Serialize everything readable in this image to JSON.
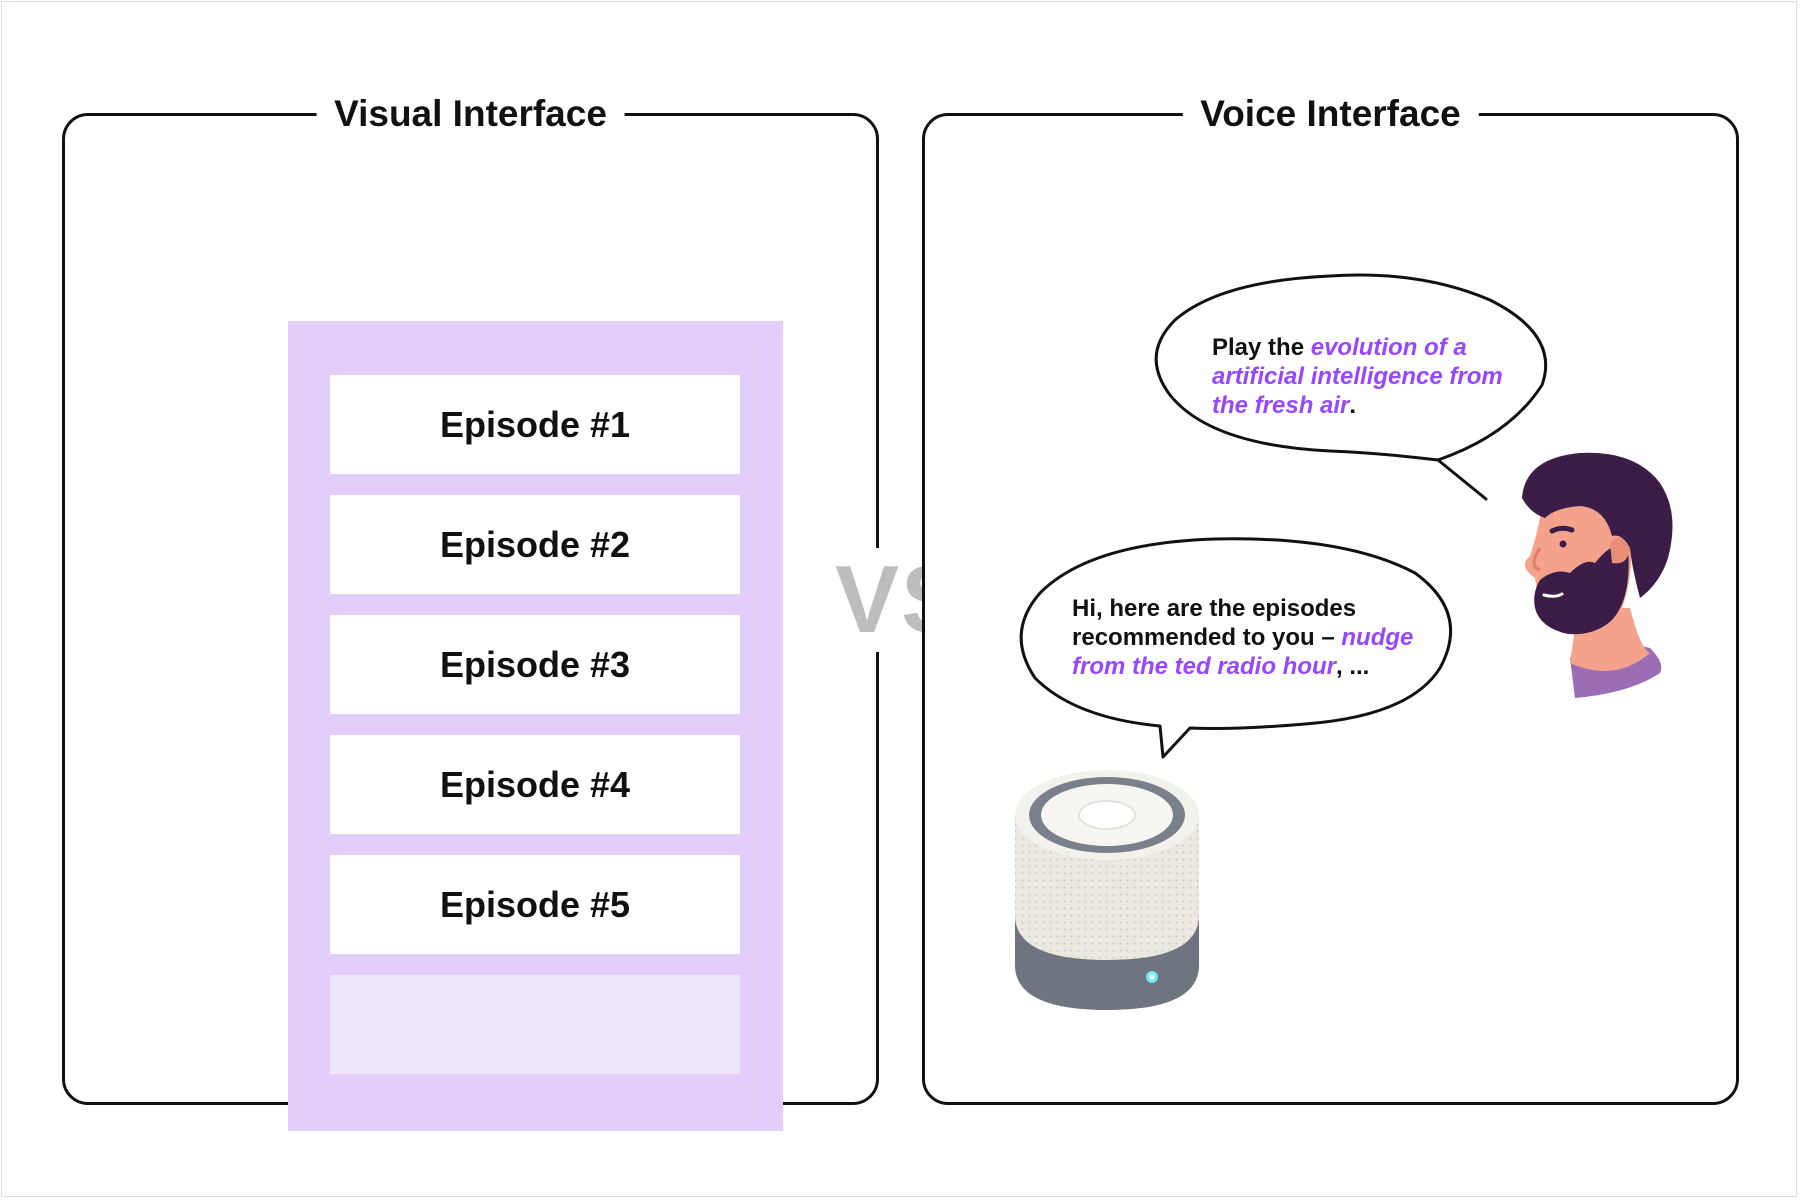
{
  "visual_panel": {
    "title": "Visual Interface",
    "episodes": [
      "Episode #1",
      "Episode #2",
      "Episode #3",
      "Episode #4",
      "Episode #5"
    ]
  },
  "vs_label": "VS",
  "voice_panel": {
    "title": "Voice Interface",
    "user_bubble": {
      "prefix": "Play the ",
      "highlight": "evolution of a artificial intelligence from the fresh air",
      "suffix": "."
    },
    "speaker_bubble": {
      "prefix": "Hi, here are the episodes recommended to you – ",
      "highlight": "nudge from the ted radio hour",
      "suffix": ", ..."
    }
  },
  "colors": {
    "list_bg": "#e3cdfa",
    "placeholder_bg": "#efe5fc",
    "highlight": "#9747ff",
    "vs": "#bdbdbd"
  },
  "icons": [
    "man-avatar-icon",
    "smart-speaker-icon"
  ]
}
